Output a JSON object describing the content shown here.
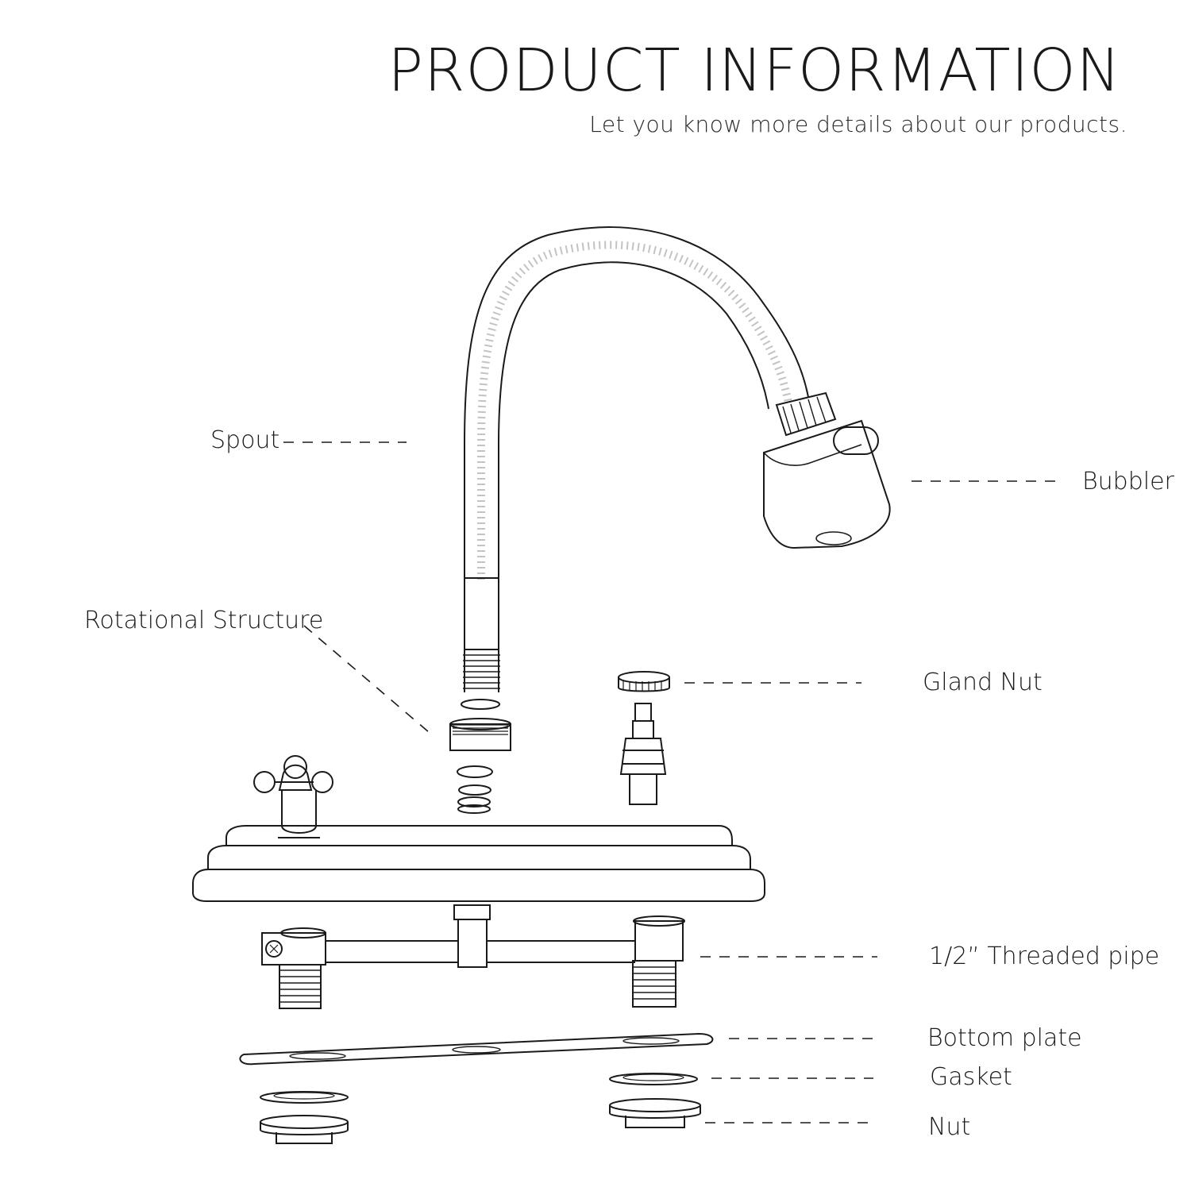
{
  "header": {
    "title": "PRODUCT INFORMATION",
    "subtitle": "Let you know more details about our products."
  },
  "labels": {
    "spout": "Spout",
    "bubbler": "Bubbler",
    "rotational": "Rotational Structure",
    "gland_nut": "Gland Nut",
    "threaded_pipe": "1/2” Threaded pipe",
    "bottom_plate": "Bottom plate",
    "gasket": "Gasket",
    "nut": "Nut"
  },
  "colors": {
    "line": "#1a1a1a",
    "background": "#ffffff"
  }
}
